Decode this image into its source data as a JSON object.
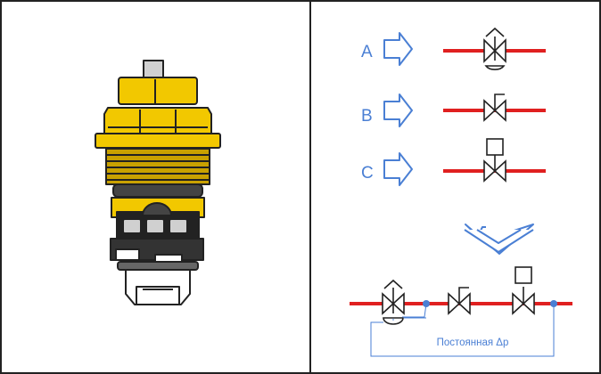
{
  "left_panel": {
    "image": "valve-cartridge-insert"
  },
  "right_panel": {
    "rows": [
      {
        "letter": "A",
        "symbol": "diaphragm-valve"
      },
      {
        "letter": "B",
        "symbol": "manual-balancing-valve"
      },
      {
        "letter": "C",
        "symbol": "actuated-control-valve"
      }
    ],
    "combined_label": "Постоянная Δp"
  },
  "colors": {
    "pipe": "#e02020",
    "accent": "#4a7fd4",
    "frame": "#222222",
    "brass": "#f2c800",
    "brass_dark": "#b58e00"
  }
}
